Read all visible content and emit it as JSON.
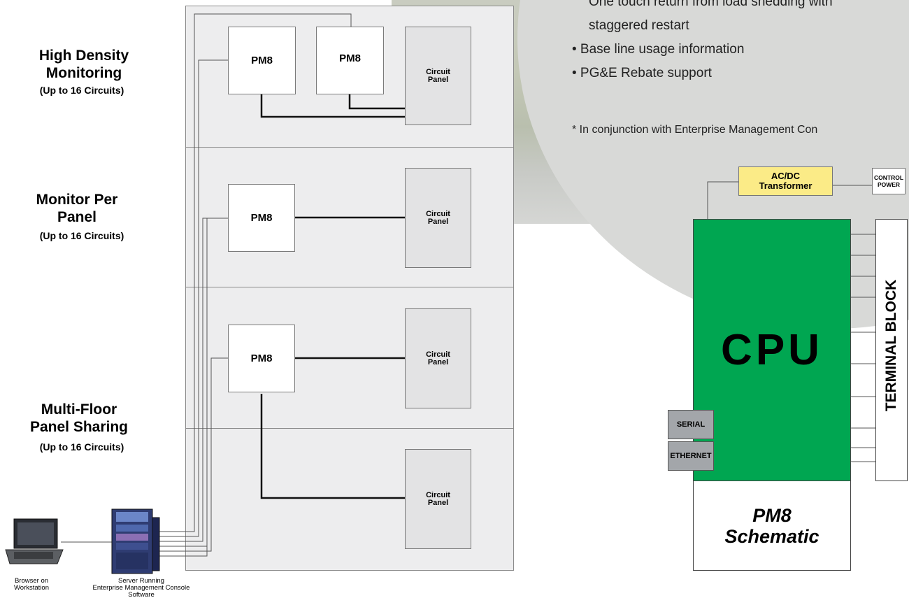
{
  "sections": [
    {
      "title_line1": "High Density",
      "title_line2": "Monitoring",
      "subtitle": "(Up to 16 Circuits)"
    },
    {
      "title_line1": "Monitor Per",
      "title_line2": "Panel",
      "subtitle": "(Up to 16 Circuits)"
    },
    {
      "title_line1": "Multi-Floor",
      "title_line2": "Panel Sharing",
      "subtitle": "(Up to 16 Circuits)"
    }
  ],
  "pm8_label": "PM8",
  "circuit_panel": {
    "line1": "Circuit",
    "line2": "Panel"
  },
  "captions": {
    "laptop": {
      "line1": "Browser on",
      "line2": "Workstation"
    },
    "server": {
      "line1": "Server Running",
      "line2": "Enterprise Management Console",
      "line3": "Software"
    }
  },
  "bullets": [
    "One touch return from load shedding with",
    "staggered restart",
    "• Base line usage information",
    "• PG&E Rebate support"
  ],
  "footnote": "* In conjunction with Enterprise Management Con",
  "schematic": {
    "acdc_line1": "AC/DC",
    "acdc_line2": "Transformer",
    "control_line1": "CONTROL",
    "control_line2": "POWER",
    "cpu": "CPU",
    "terminal": "TERMINAL BLOCK",
    "serial": "SERIAL",
    "ethernet": "ETHERNET",
    "title_line1": "PM8",
    "title_line2": "Schematic"
  },
  "colors": {
    "cpu": "#00a651",
    "transformer": "#fbeb87",
    "panel_bg": "#ededee",
    "port": "#a3a6aa"
  }
}
